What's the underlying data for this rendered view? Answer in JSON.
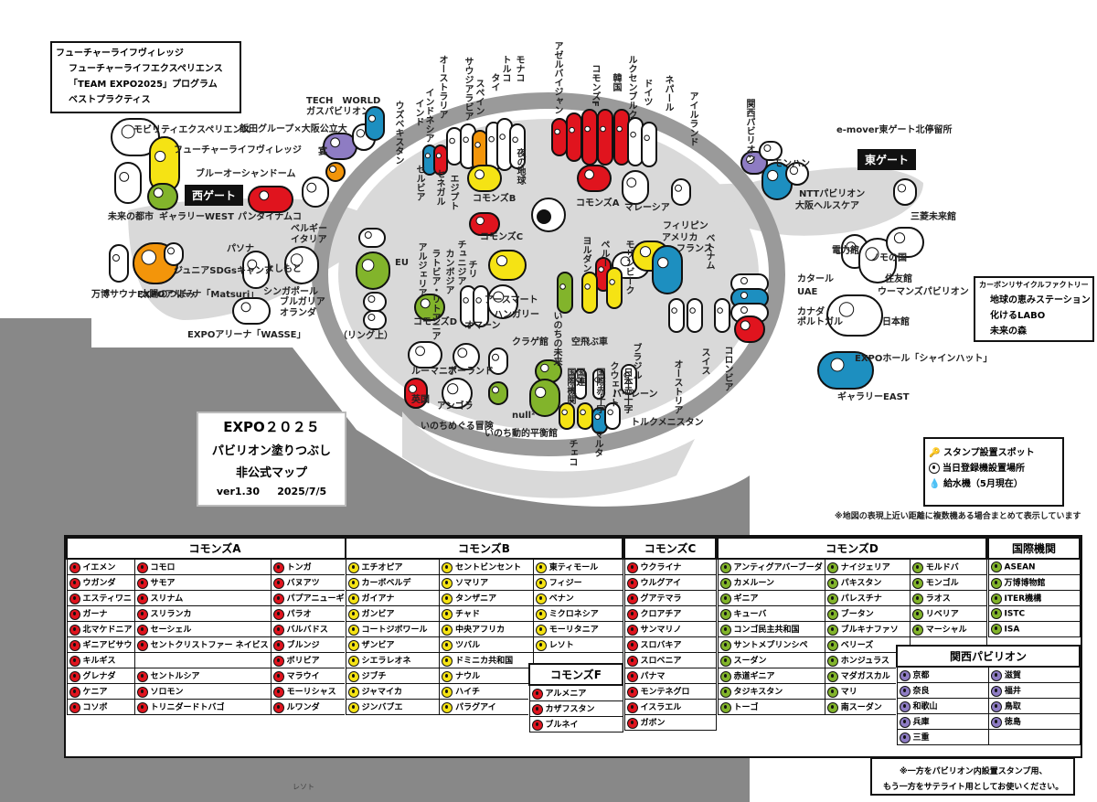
{
  "colors": {
    "commons_a": "#e0141e",
    "commons_b": "#f5e314",
    "commons_c": "#e0141e",
    "commons_d": "#82b42b",
    "intl": "#82b42b",
    "kansai": "#8e7cc3",
    "orange": "#f3950a",
    "blue": "#1d8fc0",
    "white": "#ffffff",
    "land": "#d9d9d9",
    "ring": "#9a9a9a",
    "sea": "#888888"
  },
  "title_box": {
    "line1": "EXPO２０２５",
    "line2": "パビリオン塗りつぶし",
    "line3": "非公式マップ",
    "version": "ver1.30",
    "date": "2025/7/5"
  },
  "future_life": {
    "title": "フューチャーライフヴィレッジ",
    "items": [
      "フューチャーライフエクスペリエンス",
      "「TEAM EXPO2025」プログラム",
      "ベストプラクティス"
    ]
  },
  "carbon": {
    "title": "カーボンリサイクルファクトリー",
    "items": [
      "地球の恵みステーション",
      "化けるLABO",
      "未来の森"
    ]
  },
  "legend": {
    "stamp": "スタンプ設置スポット",
    "registration": "当日登録機設置場所",
    "water": "給水機（5月現在）"
  },
  "note_top": "※地図の表現上近い距離に複数機ある場合まとめて表示しています",
  "note_bottom": [
    "※一方をパビリオン内設置スタンプ用、",
    "もう一方をサテライト用としてお使いください。"
  ],
  "gates": {
    "west": "西ゲート",
    "east": "東ゲート"
  },
  "map_labels": [
    "モビリティエクスペリエンス",
    "フューチャーライフヴィレッジ",
    "ブルーオーシャンドーム",
    "未来の都市",
    "ギャラリーWEST",
    "パンダイナムコ",
    "TECH　WORLD",
    "ガスパビリオン",
    "飯田グループ×大阪公立大",
    "宴",
    "ウズベキスタン",
    "インド",
    "インドネシア",
    "オーストラリア",
    "サウジアラビア",
    "スペイン",
    "タイ",
    "トルコ",
    "モナコ",
    "夜の地球",
    "アゼルバイジャン",
    "コモンズF",
    "韓国",
    "ルクセンブルク",
    "ドイツ",
    "ネパール",
    "アイルランド",
    "関西パビリオン",
    "モンハン",
    "e-mover東ゲート北停留所",
    "NTTパビリオン",
    "大阪ヘルスケア",
    "三菱未来館",
    "電力館",
    "ノモの国",
    "住友館",
    "ウーマンズパビリオン",
    "日本館",
    "EXPOホール「シャインハット」",
    "ギャラリーEAST",
    "コモンズB",
    "コモンズA",
    "マレーシア",
    "フィリピン",
    "アメリカ",
    "フランス",
    "ベトナム",
    "カタール",
    "UAE",
    "カナダ",
    "ポルトガル",
    "ベルギー",
    "イタリア",
    "EU",
    "よしもと",
    "パソナ",
    "シンガポール",
    "ブルガリア",
    "オランダ",
    "EXPOアリーナ「Matsuri」",
    "万博サウナ 太陽のつぼみ",
    "ジュニアSDGsキャンプ",
    "EXPOアリーナ「WASSE」",
    "コモンズC",
    "コモンズD",
    "チリ",
    "アースマート",
    "ハンガリー",
    "オマーン",
    "いのちの未来",
    "空飛ぶ車",
    "ペルー",
    "ヨルダン",
    "モザンビーク",
    "ブラジル",
    "オーストリア",
    "スイス",
    "コロンビア",
    "クウェート",
    "バーレーン",
    "トルクメニスタン",
    "マルタ",
    "チェコ",
    "クラゲ館",
    "国連",
    "国際赤十字",
    "国際機関",
    "日本赤十字",
    "null²",
    "いのち動的平衡館",
    "いのちめぐる冒険",
    "ルーマニア",
    "ポーランド",
    "アンゴラ",
    "英国",
    "セルビア",
    "セネガル",
    "エジプト",
    "アルジェリア",
    "カンボジア",
    "チュニジア",
    "ラトビア・リトアニア",
    "（リング上）"
  ],
  "table": {
    "headers": {
      "a": "コモンズA",
      "b": "コモンズB",
      "c": "コモンズC",
      "d": "コモンズD",
      "intl": "国際機関",
      "f": "コモンズF",
      "kansai": "関西パビリオン"
    },
    "commons_a": [
      [
        "イエメン",
        "コモロ",
        "トンガ"
      ],
      [
        "ウガンダ",
        "サモア",
        "バヌアツ"
      ],
      [
        "エスティワニ",
        "スリナム",
        "パプアニューギニア"
      ],
      [
        "ガーナ",
        "スリランカ",
        "パラオ"
      ],
      [
        "北マケドニア",
        "セーシェル",
        "バルバドス"
      ],
      [
        "ギニアビサウ",
        "セントクリストファー ネイビス",
        "ブルンジ"
      ],
      [
        "キルギス",
        "",
        "ボリビア"
      ],
      [
        "グレナダ",
        "セントルシア",
        "マラウイ"
      ],
      [
        "ケニア",
        "ソロモン",
        "モーリシャス"
      ],
      [
        "コソボ",
        "トリニダードトバゴ",
        "ルワンダ"
      ]
    ],
    "commons_b": [
      [
        "エチオピア",
        "セントビンセント",
        "東ティモール"
      ],
      [
        "カーボベルデ",
        "ソマリア",
        "フィジー"
      ],
      [
        "ガイアナ",
        "タンザニア",
        "ベナン"
      ],
      [
        "ガンビア",
        "チャド",
        "ミクロネシア"
      ],
      [
        "コートジボワール",
        "中央アフリカ",
        "モーリタニア"
      ],
      [
        "ザンビア",
        "ツバル",
        "レソト"
      ],
      [
        "シエラレオネ",
        "ドミニカ共和国",
        ""
      ],
      [
        "ジブチ",
        "ナウル",
        ""
      ],
      [
        "ジャマイカ",
        "ハイチ",
        ""
      ],
      [
        "ジンバブエ",
        "パラグアイ",
        ""
      ]
    ],
    "commons_f": [
      "アルメニア",
      "カザフスタン",
      "ブルネイ"
    ],
    "commons_c": [
      "ウクライナ",
      "ウルグアイ",
      "グアテマラ",
      "クロアチア",
      "サンマリノ",
      "スロバキア",
      "スロベニア",
      "パナマ",
      "モンテネグロ",
      "イスラエル",
      "ガボン"
    ],
    "commons_d": [
      [
        "アンティグアバーブーダ",
        "ナイジェリア",
        "モルドバ"
      ],
      [
        "カメルーン",
        "パキスタン",
        "モンゴル"
      ],
      [
        "ギニア",
        "パレスチナ",
        "ラオス"
      ],
      [
        "キューバ",
        "ブータン",
        "リベリア"
      ],
      [
        "コンゴ民主共和国",
        "ブルキナファソ",
        "マーシャル"
      ],
      [
        "サントメプリンシペ",
        "ベリーズ",
        ""
      ],
      [
        "スーダン",
        "ホンジュラス",
        ""
      ],
      [
        "赤道ギニア",
        "マダガスカル",
        ""
      ],
      [
        "タジキスタン",
        "マリ",
        ""
      ],
      [
        "トーゴ",
        "南スーダン",
        ""
      ]
    ],
    "intl": [
      "ASEAN",
      "万博博物館",
      "ITER機構",
      "ISTC",
      "ISA"
    ],
    "kansai": [
      [
        "京都",
        "滋賀"
      ],
      [
        "奈良",
        "福井"
      ],
      [
        "和歌山",
        "鳥取"
      ],
      [
        "兵庫",
        "徳島"
      ],
      [
        "三重",
        ""
      ]
    ]
  },
  "footer": "レソト"
}
